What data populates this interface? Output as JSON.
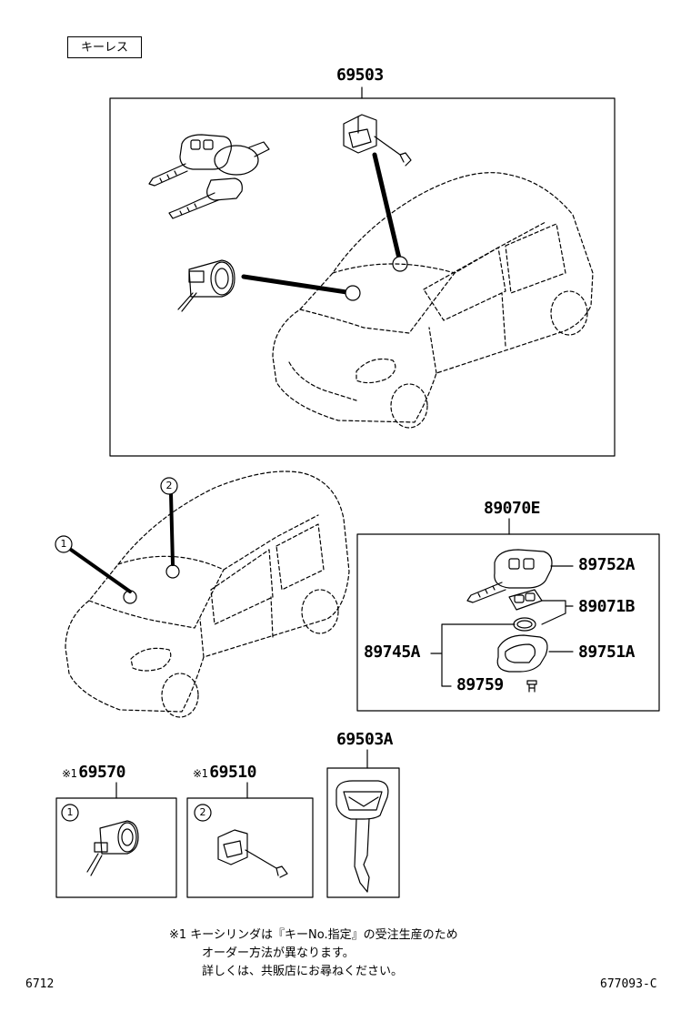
{
  "section_tag": "キーレス",
  "parts": {
    "set_main": "69503",
    "set_key_only": "69503A",
    "remote_assy": "89070E",
    "key_plate": "89752A",
    "battery_set": "89071B",
    "case": "89745A",
    "cover": "89751A",
    "screw": "89759",
    "cyl_front": "69570",
    "cyl_rear": "69510"
  },
  "callouts": {
    "c1": "1",
    "c2": "2"
  },
  "note_marker": "※1",
  "footnote": {
    "line1": "※1 キーシリンダは『キーNo.指定』の受注生産のため",
    "line2": "オーダー方法が異なります。",
    "line3": "詳しくは、共販店にお尋ねください。"
  },
  "page_code_left": "6712",
  "page_code_right": "677093-C"
}
